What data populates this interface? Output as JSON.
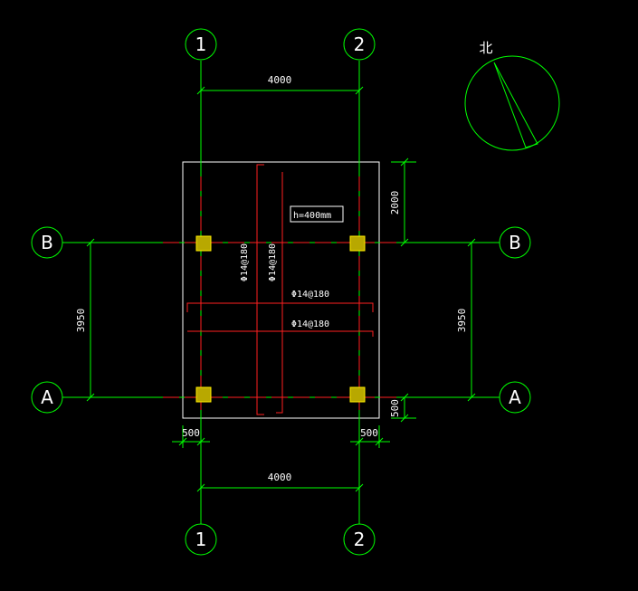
{
  "colors": {
    "background": "#000000",
    "grid": "#00ff00",
    "rebar": "#ff2020",
    "slab": "#ffffff",
    "column": "#b8a800",
    "text": "#ffffff"
  },
  "axes": {
    "vertical": [
      "1",
      "2"
    ],
    "horizontal": [
      "A",
      "B"
    ]
  },
  "dimensions": {
    "top_span": "4000",
    "bottom_span": "4000",
    "left_span": "3950",
    "right_span": "3950",
    "top_overhang": "2000",
    "bottom_overhang": "500",
    "left_overhang": "500",
    "right_overhang": "500"
  },
  "annotations": {
    "thickness": "h=400mm",
    "rebar_v1": "Φ14@180",
    "rebar_v2": "Φ14@180",
    "rebar_h1": "Φ14@180",
    "rebar_h2": "Φ14@180"
  },
  "north": {
    "label": "北"
  }
}
